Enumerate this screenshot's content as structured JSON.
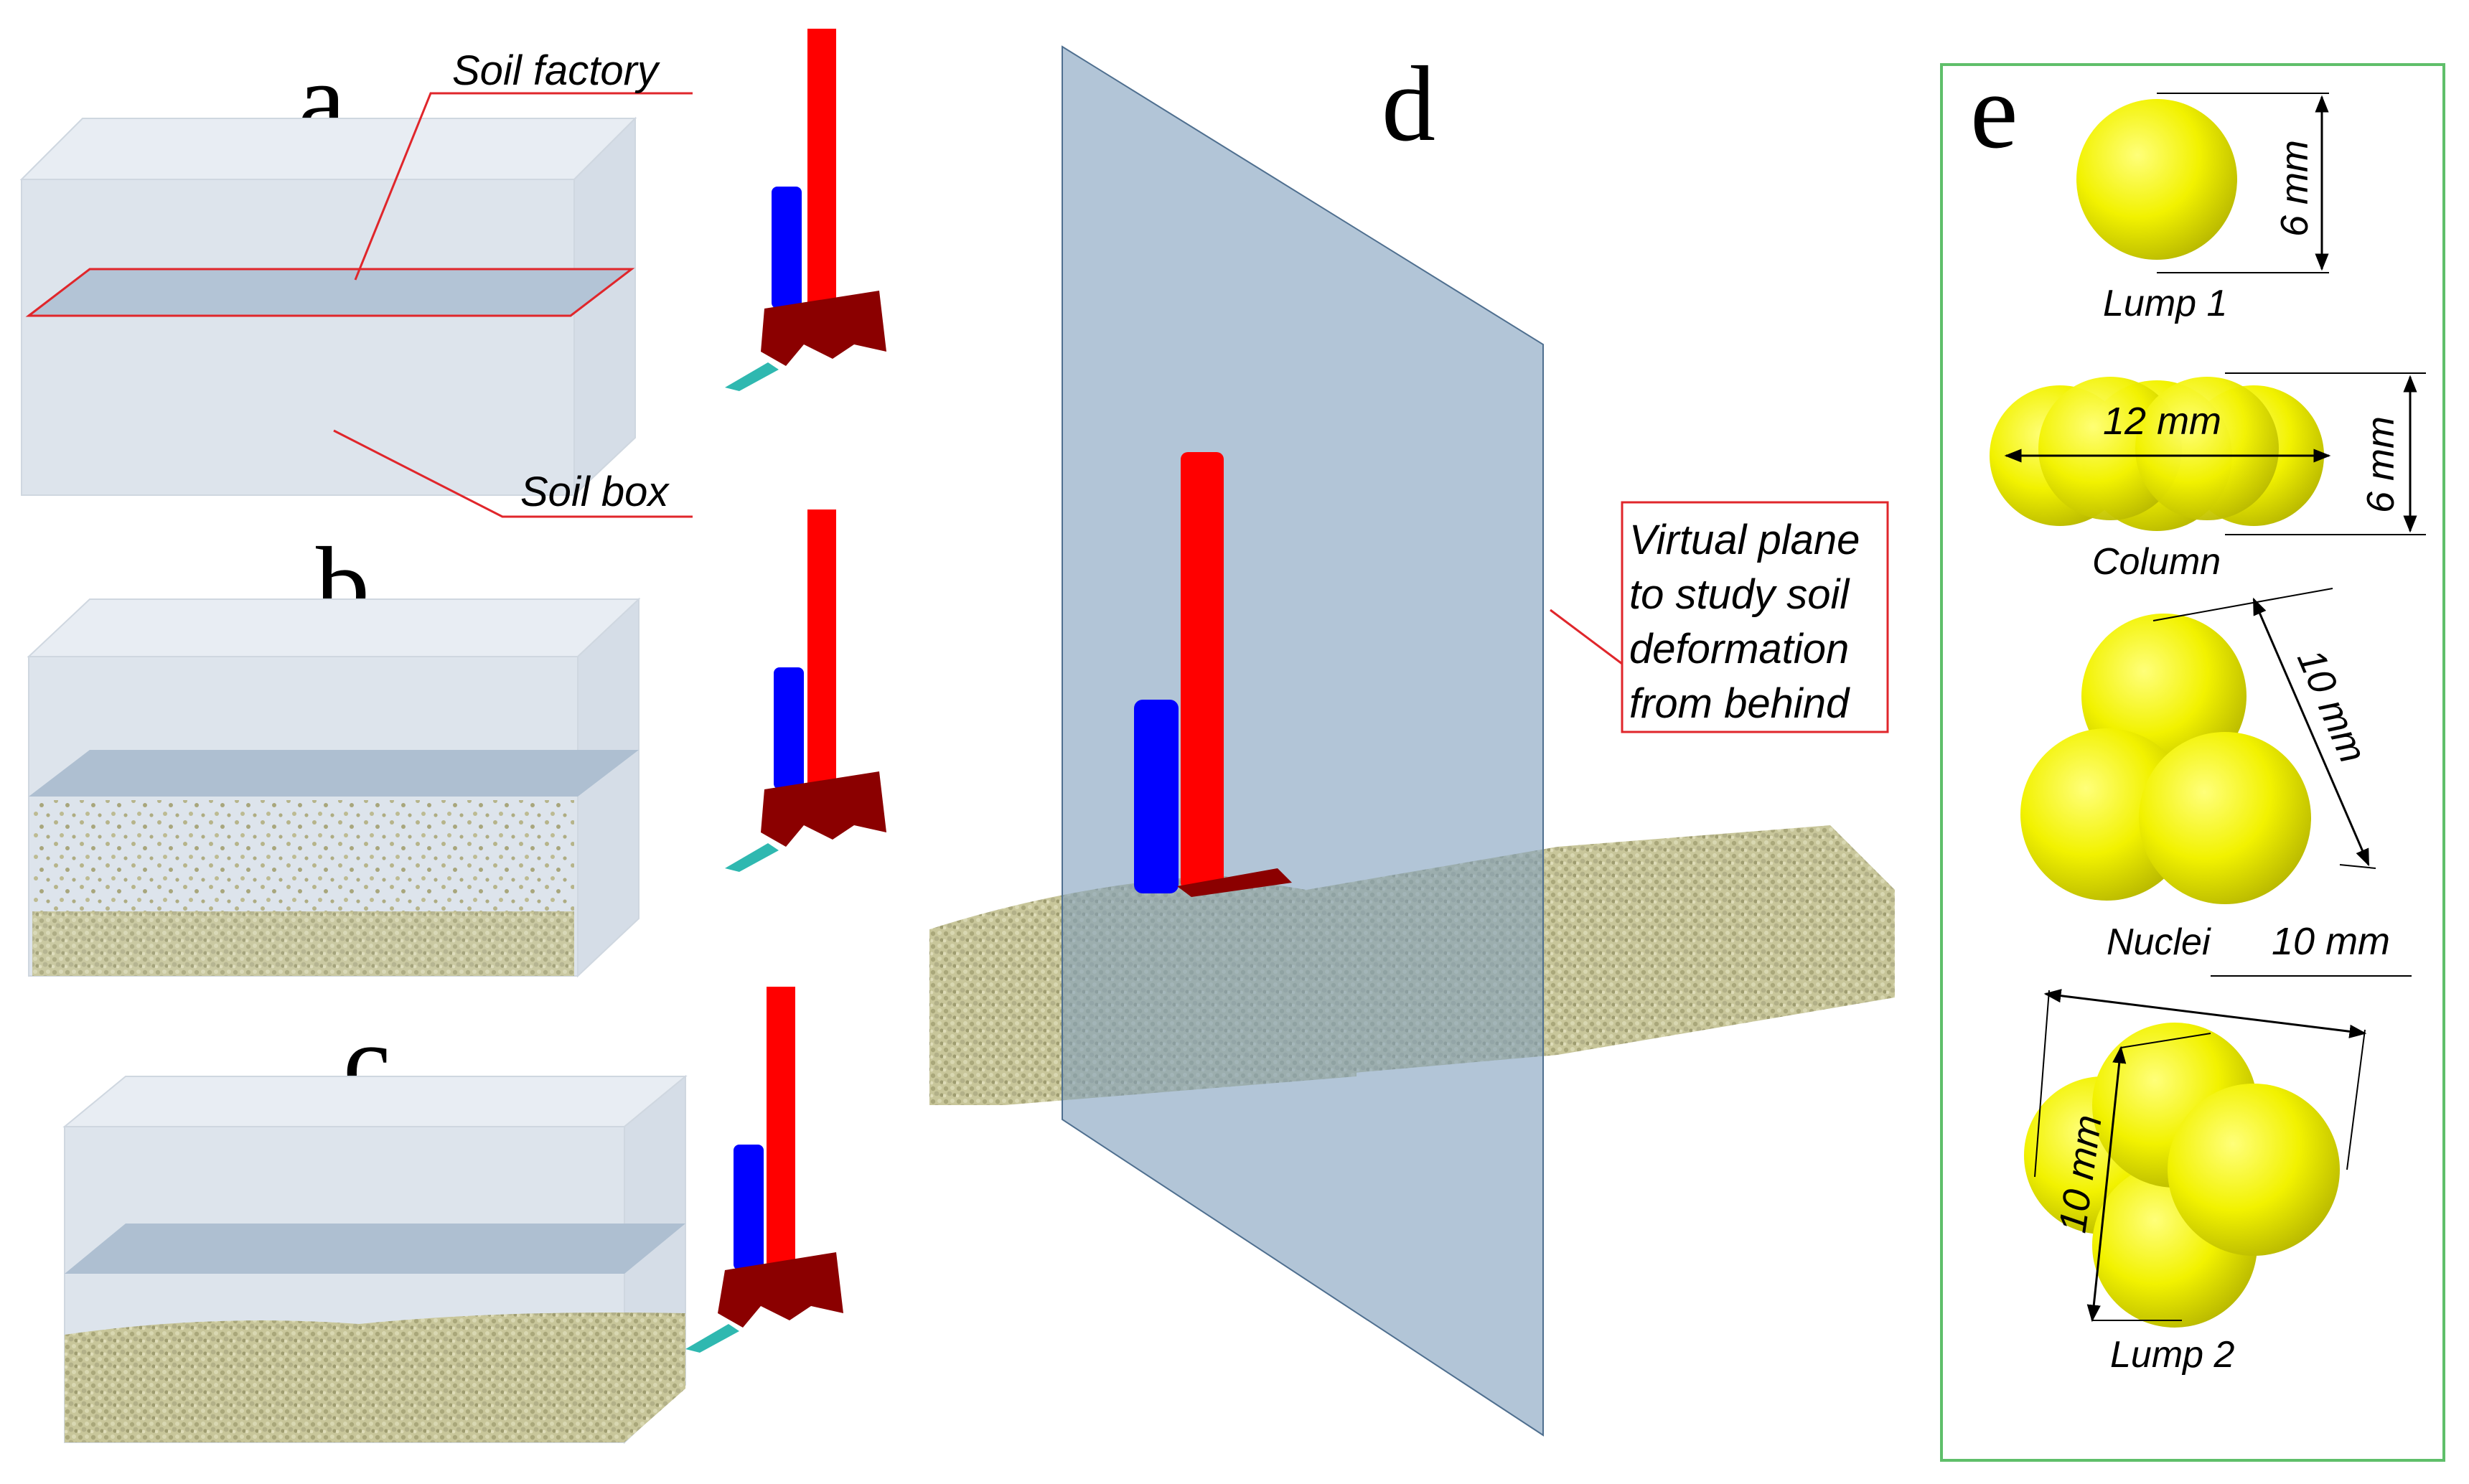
{
  "panels": {
    "a": "a",
    "b": "b",
    "c": "c",
    "d": "d",
    "e": "e"
  },
  "callouts": {
    "soil_factory": "Soil factory",
    "soil_box": "Soil box",
    "virtual_plane_lines": [
      "Virtual plane",
      "to study soil",
      "deformation",
      "from behind"
    ]
  },
  "particle_shapes": {
    "lump1": {
      "name": "Lump 1",
      "dims": [
        "6 mm"
      ]
    },
    "column": {
      "name": "Column",
      "dims": [
        "12 mm",
        "6 mm"
      ]
    },
    "nuclei": {
      "name": "Nuclei",
      "dims": [
        "10 mm",
        "10 mm"
      ]
    },
    "lump2": {
      "name": "Lump 2",
      "dims": [
        "10 mm"
      ]
    }
  },
  "colors": {
    "box_fill": "#dfe6ef",
    "plane_fill": "#7f9fbd",
    "soil": "#c9c79a",
    "callout_line": "#e0262b",
    "tool_red": "#ff0000",
    "tool_blue": "#0000ff",
    "tool_darkred": "#8b0000",
    "tool_cyan": "#2fb8b0",
    "sphere_yellow": "#f0f000",
    "frame_green": "#5fbf6a"
  }
}
